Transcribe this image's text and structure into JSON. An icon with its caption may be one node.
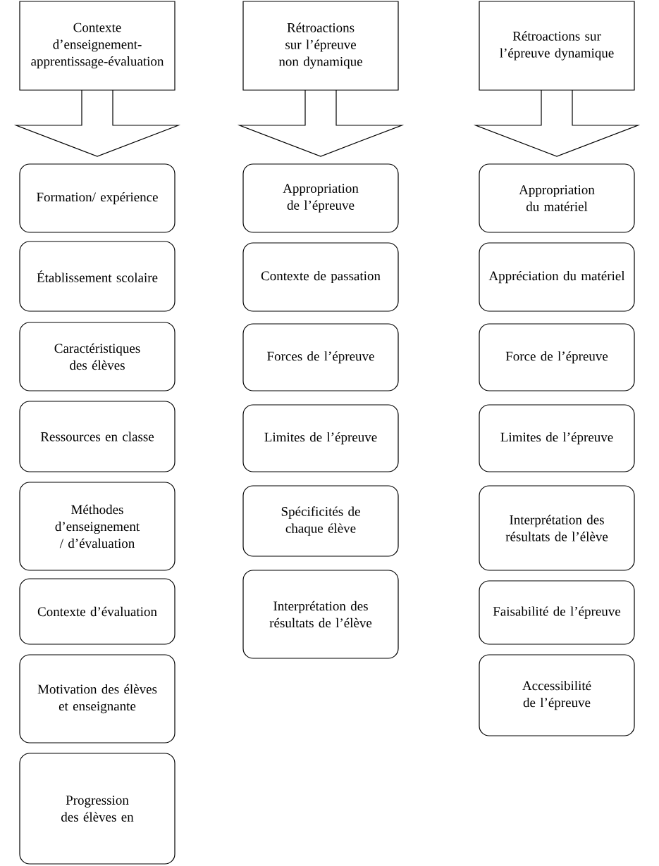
{
  "diagram": {
    "nodes": [
      {
        "text": [
          "Contexte d’enseignement-apprentissage-évaluation"
        ]
      },
      {
        "text": [
          "Formation/ expérience"
        ]
      },
      {
        "text": [
          "Établissement scolaire"
        ]
      },
      {
        "text": [
          "Caractéristiques des élèves"
        ]
      },
      {
        "text": [
          "Ressources en classe"
        ]
      },
      {
        "text": [
          "Méthodes d’enseignement / d’évaluation"
        ]
      },
      {
        "text": [
          "Contexte d’évaluation"
        ]
      },
      {
        "text": [
          "Motivation des élèves et enseignante"
        ]
      },
      {
        "text": [
          "Progression des élèves en"
        ]
      },
      {
        "text": [
          "Rétroactions sur l’épreuve non dynamique"
        ]
      },
      {
        "text": [
          "Appropriation de l’épreuve"
        ]
      },
      {
        "text": [
          "Contexte de passation"
        ]
      },
      {
        "text": [
          "Forces de l’épreuve"
        ]
      },
      {
        "text": [
          "Limites de l’épreuve"
        ]
      },
      {
        "text": [
          "Spécificités de chaque élève"
        ]
      },
      {
        "text": [
          "Interprétation des résultats de l’élève"
        ]
      },
      {
        "text": [
          "Rétroactions sur l’épreuve dynamique"
        ]
      },
      {
        "text": [
          "Appropriation du matériel"
        ]
      },
      {
        "text": [
          "Appréciation du matériel"
        ]
      },
      {
        "text": [
          "Force de l’épreuve"
        ]
      },
      {
        "text": [
          "Limites de l’épreuve"
        ]
      },
      {
        "text": [
          "Interprétation des résultats de l’élève"
        ]
      },
      {
        "text": [
          "Faisabilité de l’épreuve"
        ]
      },
      {
        "text": [
          "Accessibilité de l’épreuve"
        ]
      }
    ]
  }
}
